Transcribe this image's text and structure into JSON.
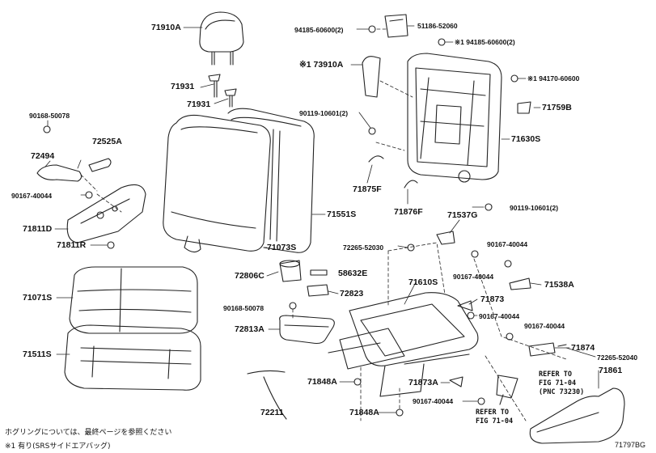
{
  "diagram": {
    "drawing_number": "71797BG",
    "notes": {
      "footnote_1": "ホグリングについては、最終ページを参照ください",
      "footnote_2": "※1 有り(SRSサイドエアバッグ)"
    },
    "references": {
      "ref_a_line1": "REFER TO",
      "ref_a_line2": "FIG 71-04",
      "ref_a_line3": "(PNC 73230)",
      "ref_b_line1": "REFER TO",
      "ref_b_line2": "FIG 71-04"
    },
    "parts": {
      "p71910A": "71910A",
      "p71931a": "71931",
      "p71931b": "71931",
      "p94185_left": "94185-60600(2)",
      "p51186": "51186-52060",
      "p94185_right": "※1 94185-60600(2)",
      "p73910A": "※1 73910A",
      "p94170": "※1 94170-60600",
      "p90119_a": "90119-10601(2)",
      "p71759B": "71759B",
      "p71630S": "71630S",
      "p90168_a": "90168-50078",
      "p72525A": "72525A",
      "p72494": "72494",
      "p90167_a": "90167-40044",
      "p71551S": "71551S",
      "p71875F": "71875F",
      "p71876F": "71876F",
      "p71537G": "71537G",
      "p90119_b": "90119-10601(2)",
      "p71811D": "71811D",
      "p71811R": "71811R",
      "p71073S": "71073S",
      "p72265_a": "72265-52030",
      "p90167_b": "90167-40044",
      "p90167_c": "90167-40044",
      "p71538A": "71538A",
      "p72806C": "72806C",
      "p58632E": "58632E",
      "p71071S": "71071S",
      "p72823": "72823",
      "p71610S": "71610S",
      "p71873a": "71873",
      "p90168_b": "90168-50078",
      "p90167_d": "90167-40044",
      "p72813A": "72813A",
      "p90167_e": "90167-40044",
      "p71511S": "71511S",
      "p71874": "71874",
      "p72265_b": "72265-52040",
      "p71861": "71861",
      "p71848A_a": "71848A",
      "p71873A": "71873A",
      "p90167_f": "90167-40044",
      "p72211": "72211",
      "p71848A_b": "71848A"
    }
  }
}
